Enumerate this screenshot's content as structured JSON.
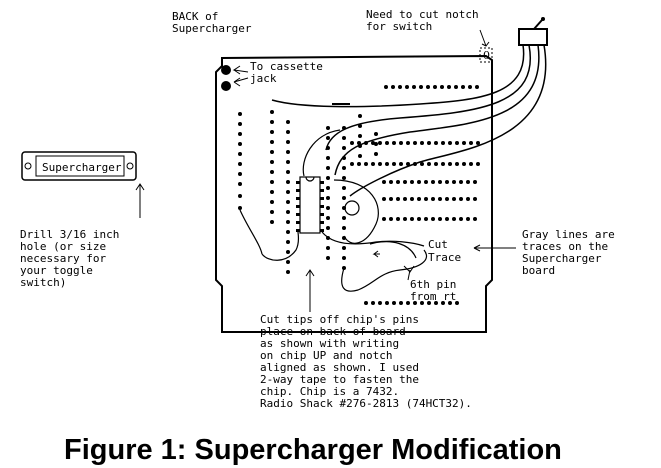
{
  "title_back": [
    "BACK of",
    "Supercharger"
  ],
  "notch_note": [
    "Need to cut notch",
    "for switch"
  ],
  "cassette_note": [
    "To cassette",
    "jack"
  ],
  "switch_label": "Supercharger",
  "drill_note": [
    "Drill 3/16 inch",
    "hole (or size",
    "necessary for",
    "your toggle",
    "switch)"
  ],
  "cut_trace": [
    "Cut",
    "Trace"
  ],
  "gray_note": [
    "Gray lines are",
    "traces on the",
    "Supercharger",
    "board"
  ],
  "pin_note": [
    "6th pin",
    "from rt"
  ],
  "chip_note": [
    "Cut tips off chip's pins",
    "place on back of board",
    "as shown with writing",
    "on chip UP and notch",
    "aligned as shown. I used",
    "2-way tape to fasten the",
    "chip. Chip is a 7432.",
    "Radio Shack #276-2813 (74HCT32)."
  ],
  "corner_mark": "0",
  "figure_caption": "Figure 1: Supercharger Modification"
}
